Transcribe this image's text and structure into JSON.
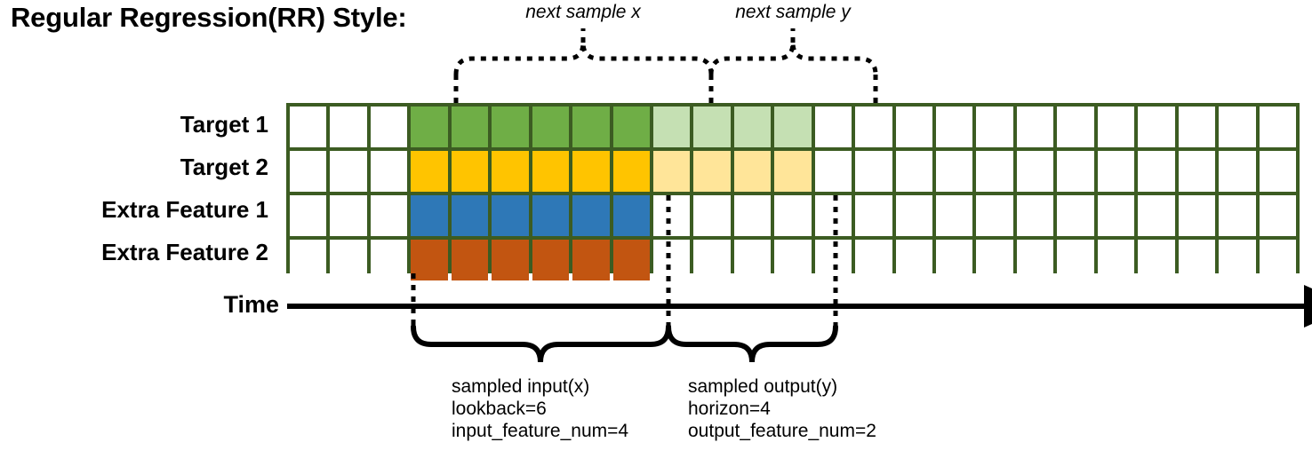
{
  "title": "Regular Regression(RR) Style:",
  "rows": [
    {
      "label": "Target 1",
      "name": "target-1"
    },
    {
      "label": "Target 2",
      "name": "target-2"
    },
    {
      "label": "Extra Feature 1",
      "name": "extra-feature-1"
    },
    {
      "label": "Extra Feature 2",
      "name": "extra-feature-2"
    }
  ],
  "grid": {
    "columns": 25,
    "rows": 4,
    "border_color": "#3c5c22",
    "empty_color": "#ffffff",
    "input_start_col": 3,
    "input_end_col": 9,
    "output_start_col": 9,
    "output_end_col": 13,
    "row_fills": [
      {
        "row": "Target 1",
        "solid": "#6fae46",
        "faded": "#c5e0b3",
        "solid_cols": [
          3,
          4,
          5,
          6,
          7,
          8
        ],
        "faded_cols": [
          9,
          10,
          11,
          12
        ]
      },
      {
        "row": "Target 2",
        "solid": "#ffc400",
        "faded": "#ffe599",
        "solid_cols": [
          3,
          4,
          5,
          6,
          7,
          8
        ],
        "faded_cols": [
          9,
          10,
          11,
          12
        ]
      },
      {
        "row": "Extra Feature 1",
        "solid": "#2e78b7",
        "faded": null,
        "solid_cols": [
          3,
          4,
          5,
          6,
          7,
          8
        ],
        "faded_cols": []
      },
      {
        "row": "Extra Feature 2",
        "solid": "#c25511",
        "faded": null,
        "solid_cols": [
          3,
          4,
          5,
          6,
          7,
          8
        ],
        "faded_cols": []
      }
    ]
  },
  "time_axis": {
    "label": "Time"
  },
  "top_annotations": [
    {
      "text": "next sample x",
      "name": "next-sample-x"
    },
    {
      "text": "next sample y",
      "name": "next-sample-y"
    }
  ],
  "bottom_annotations": [
    {
      "name": "sampled-input",
      "line1": "sampled input(x)",
      "line2": "lookback=6",
      "line3": "input_feature_num=4"
    },
    {
      "name": "sampled-output",
      "line1": "sampled output(y)",
      "line2": "horizon=4",
      "line3": "output_feature_num=2"
    }
  ]
}
